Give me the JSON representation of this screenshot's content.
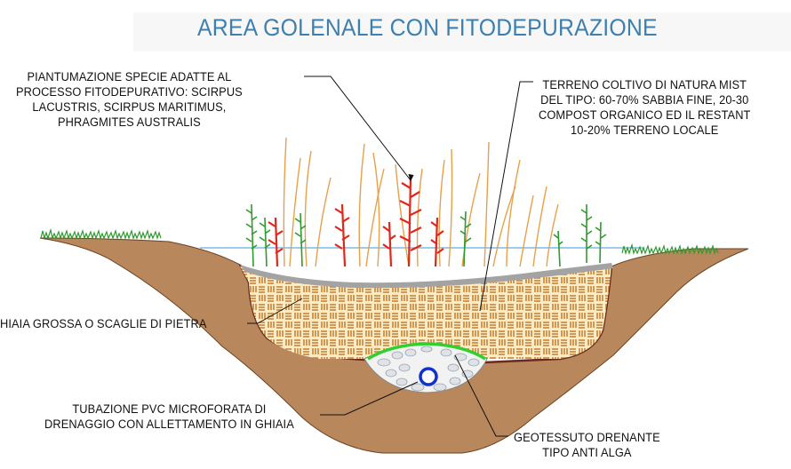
{
  "title": "AREA GOLENALE CON FITODEPURAZIONE",
  "labels": {
    "plants": [
      "PIANTUMAZIONE SPECIE ADATTE AL",
      "PROCESSO FITODEPURATIVO: SCIRPUS",
      "LACUSTRIS, SCIRPUS MARITIMUS,",
      "PHRAGMITES AUSTRALIS"
    ],
    "soil": [
      "TERRENO COLTIVO DI NATURA MIST",
      "DEL TIPO: 60-70% SABBIA FINE, 20-30",
      "COMPOST ORGANICO ED IL RESTANT",
      "10-20% TERRENO LOCALE"
    ],
    "gravel": "HIAIA GROSSA O SCAGLIE DI PIETRA",
    "pipe": [
      "TUBAZIONE PVC MICROFORATA DI",
      "DRENAGGIO CON ALLETTAMENTO IN GHIAIA"
    ],
    "geotextile": [
      "GEOTESSUTO DRENANTE",
      "TIPO ANTI ALGA"
    ]
  },
  "colors": {
    "title": "#3d7fae",
    "earth": "#b9875c",
    "gravel_fill": "#fcecc6",
    "gravel_weave": "#c8843a",
    "gray_layer": "#a3a3a3",
    "geotextile": "#2fd02f",
    "pipe": "#1133cc",
    "water": "#7fb8e6",
    "grass": "#2f9a2f",
    "reed": "#e8a04a",
    "red_plant": "#e0271c"
  }
}
